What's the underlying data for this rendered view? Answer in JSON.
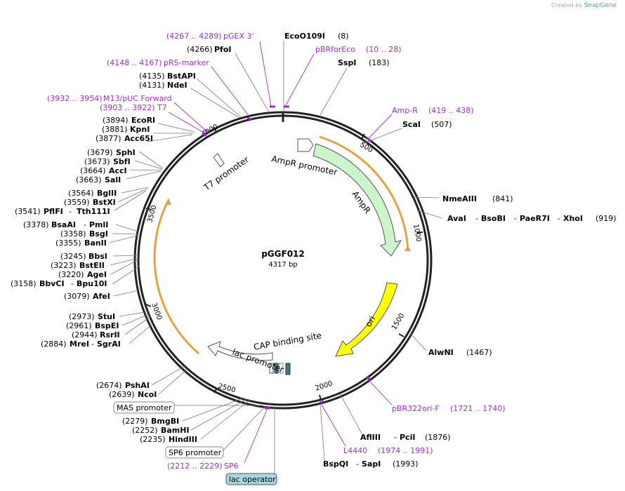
{
  "credit": {
    "prefix": "Created by",
    "brand": "SnapGene"
  },
  "plasmid": {
    "name": "pGGF012",
    "size": "4317 bp"
  },
  "ticks": [
    "500",
    "1000",
    "1500",
    "2000",
    "2500",
    "3000",
    "3500",
    "4000"
  ],
  "features": {
    "ampr_promoter": "AmpR promoter",
    "ampr": "AmpR",
    "ori": "ori",
    "t7_promoter": "T7 promoter",
    "lac_promoter": "lac promoter",
    "cap_site": "CAP binding site",
    "mas_promoter": "MAS promoter",
    "sp6_promoter": "SP6 promoter",
    "lac_operator": "lac operator"
  },
  "primers": {
    "pgex3": {
      "range": "(4267 .. 4289)",
      "name": "pGEX 3'"
    },
    "pbrforeco": {
      "name": "pBRforEco",
      "range": "(10 .. 28)"
    },
    "prsmarker": {
      "range": "(4148 .. 4167)",
      "name": "pRS-marker"
    },
    "m13puc": {
      "range": "(3932 .. 3954)",
      "name": "M13/pUC Forward"
    },
    "t7": {
      "range": "(3903 .. 3922)",
      "name": "T7"
    },
    "ampr": {
      "name": "Amp-R",
      "range": "(419 .. 438)"
    },
    "pbr322ori": {
      "name": "pBR322ori-F",
      "range": "(1721 .. 1740)"
    },
    "l4440": {
      "name": "L4440",
      "range": "(1974 .. 1991)"
    },
    "sp6": {
      "range": "(2212 .. 2229)",
      "name": "SP6"
    }
  },
  "sites": {
    "ecoo109i": {
      "name": "EcoO109I",
      "pos": "(8)"
    },
    "pfoi": {
      "pos": "(4266)",
      "name": "PfoI"
    },
    "sspi": {
      "name": "SspI",
      "pos": "(183)"
    },
    "bstapi": {
      "pos": "(4135)",
      "name": "BstAPI"
    },
    "ndei": {
      "pos": "(4131)",
      "name": "NdeI"
    },
    "scai": {
      "name": "ScaI",
      "pos": "(507)"
    },
    "ecori": {
      "pos": "(3894)",
      "name": "EcoRI"
    },
    "kpni": {
      "pos": "(3881)",
      "name": "KpnI"
    },
    "acc65i": {
      "pos": "(3877)",
      "name": "Acc65I"
    },
    "sphi": {
      "pos": "(3679)",
      "name": "SphI"
    },
    "sbfi": {
      "pos": "(3673)",
      "name": "SbfI"
    },
    "acci": {
      "pos": "(3664)",
      "name": "AccI"
    },
    "sali": {
      "pos": "(3663)",
      "name": "SalI"
    },
    "nmeaiii": {
      "name": "NmeAIII",
      "pos": "(841)"
    },
    "bglii": {
      "pos": "(3564)",
      "name": "BglII"
    },
    "bstxi": {
      "pos": "(3559)",
      "name": "BstXI"
    },
    "pflfi": {
      "pos": "(3541)",
      "name": "PflFI",
      "name2": "Tth111I"
    },
    "avai": {
      "name": "AvaI",
      "name2": "BsoBI",
      "name3": "PaeR7I",
      "name4": "XhoI",
      "pos": "(919)"
    },
    "bsaai": {
      "pos": "(3378)",
      "name": "BsaAI",
      "name2": "PmlI"
    },
    "bsgi": {
      "pos": "(3358)",
      "name": "BsgI"
    },
    "banii": {
      "pos": "(3355)",
      "name": "BanII"
    },
    "bbsi": {
      "pos": "(3245)",
      "name": "BbsI"
    },
    "bsteii": {
      "pos": "(3223)",
      "name": "BstEII"
    },
    "agei": {
      "pos": "(3220)",
      "name": "AgeI"
    },
    "bbvci": {
      "pos": "(3158)",
      "name": "BbvCI",
      "name2": "Bpu10I"
    },
    "afei": {
      "pos": "(3079)",
      "name": "AfeI"
    },
    "alwni": {
      "name": "AlwNI",
      "pos": "(1467)"
    },
    "stui": {
      "pos": "(2973)",
      "name": "StuI"
    },
    "bspei": {
      "pos": "(2961)",
      "name": "BspEI"
    },
    "rsrii": {
      "pos": "(2944)",
      "name": "RsrII"
    },
    "mrei": {
      "pos": "(2884)",
      "name": "MreI",
      "name2": "SgrAI"
    },
    "pshai": {
      "pos": "(2674)",
      "name": "PshAI"
    },
    "ncoi": {
      "pos": "(2639)",
      "name": "NcoI"
    },
    "bmgbi": {
      "pos": "(2279)",
      "name": "BmgBI"
    },
    "bamhi": {
      "pos": "(2252)",
      "name": "BamHI"
    },
    "hindiii": {
      "pos": "(2235)",
      "name": "HindIII"
    },
    "afliii": {
      "name": "AflIII",
      "name2": "PciI",
      "pos": "(1876)"
    },
    "bspqi": {
      "name": "BspQI",
      "name2": "SapI",
      "pos": "(1993)"
    }
  },
  "colors": {
    "backbone": "#222222",
    "ampr_fill": "#ccf5cc",
    "ori_fill": "#ffff00",
    "orange_arc": "#e8a040",
    "primer": "#9b30c8",
    "lac_operator": "#a8d6e0",
    "cap_fill": "#3a7a8c"
  }
}
